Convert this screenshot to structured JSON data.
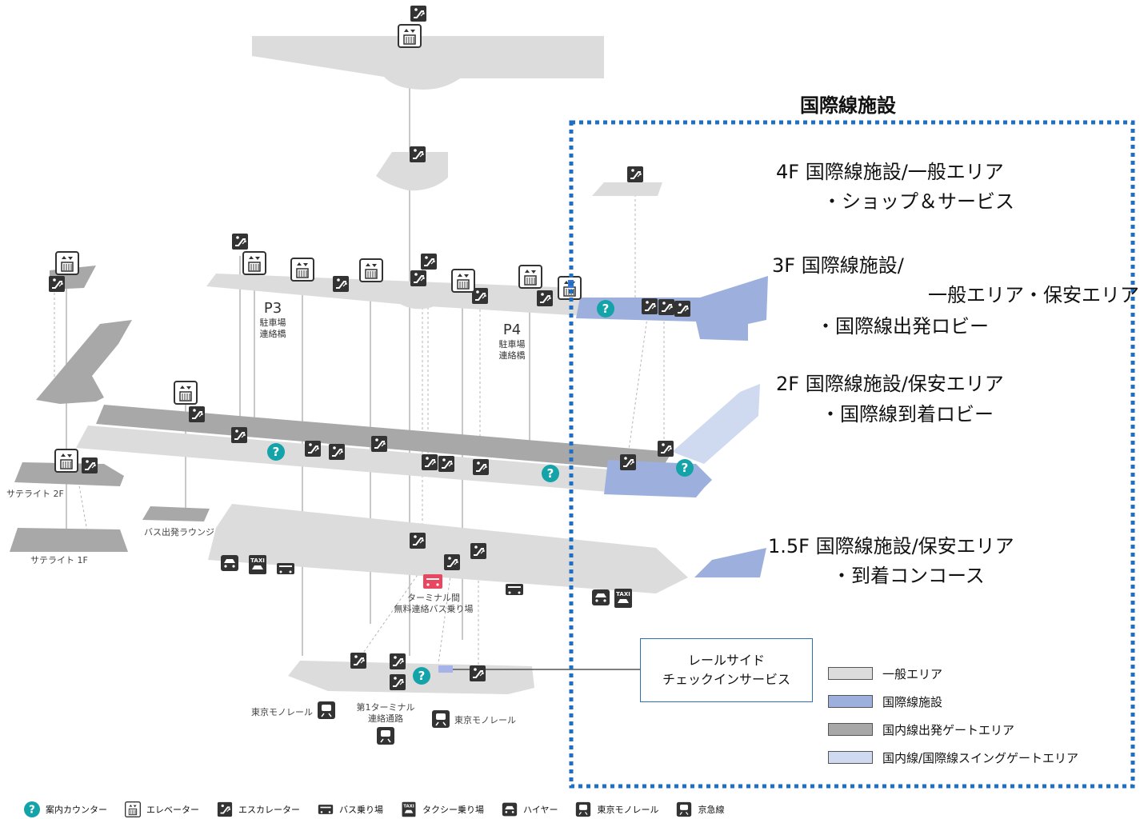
{
  "section_title": "国際線施設",
  "floors": [
    {
      "line1": "4F  国際線施設/一般エリア",
      "line2": "・ショップ＆サービス",
      "line3": ""
    },
    {
      "line1": "3F  国際線施設/",
      "line2": "一般エリア・保安エリア",
      "line3": "・国際線出発ロビー"
    },
    {
      "line1": "2F  国際線施設/保安エリア",
      "line2": "・国際線到着ロビー",
      "line3": ""
    },
    {
      "line1": "1.5F  国際線施設/保安エリア",
      "line2": "・到着コンコース",
      "line3": ""
    }
  ],
  "map_labels": {
    "p3_code": "P3",
    "p3_desc1": "駐車場",
    "p3_desc2": "連絡橋",
    "p4_code": "P4",
    "p4_desc1": "駐車場",
    "p4_desc2": "連絡橋",
    "satellite_2f": "サテライト 2F",
    "satellite_1f": "サテライト 1F",
    "bus_lounge": "バス出発ラウンジ",
    "free_bus_1": "ターミナル間",
    "free_bus_2": "無料連絡バス乗り場",
    "monorail_left": "東京モノレール",
    "monorail_right": "東京モノレール",
    "passage_1": "第1ターミナル",
    "passage_2": "連絡通路"
  },
  "rail_side_box": {
    "line1": "レールサイド",
    "line2": "チェックインサービス"
  },
  "area_legend": [
    {
      "label": "一般エリア",
      "color": "#dcdcdc"
    },
    {
      "label": "国際線施設",
      "color": "#9db0dd"
    },
    {
      "label": "国内線出発ゲートエリア",
      "color": "#a8a8a8"
    },
    {
      "label": "国内線/国際線スイングゲートエリア",
      "color": "#cfd9ef"
    }
  ],
  "icon_legend": [
    {
      "icon": "info-counter-icon",
      "label": "案内カウンター"
    },
    {
      "icon": "elevator-icon",
      "label": "エレベーター"
    },
    {
      "icon": "escalator-icon",
      "label": "エスカレーター"
    },
    {
      "icon": "bus-icon",
      "label": "バス乗り場"
    },
    {
      "icon": "taxi-icon",
      "label": "タクシー乗り場"
    },
    {
      "icon": "hire-car-icon",
      "label": "ハイヤー"
    },
    {
      "icon": "monorail-icon",
      "label": "東京モノレール"
    },
    {
      "icon": "keikyu-icon",
      "label": "京急線"
    }
  ],
  "colors": {
    "general_area": "#dcdcdc",
    "international": "#9db0dd",
    "domestic_gate": "#a8a8a8",
    "swing_gate": "#cfd9ef",
    "frame_blue": "#1f6fc4",
    "info_teal": "#14a3a8",
    "bus_stop_red": "#e8475f"
  }
}
